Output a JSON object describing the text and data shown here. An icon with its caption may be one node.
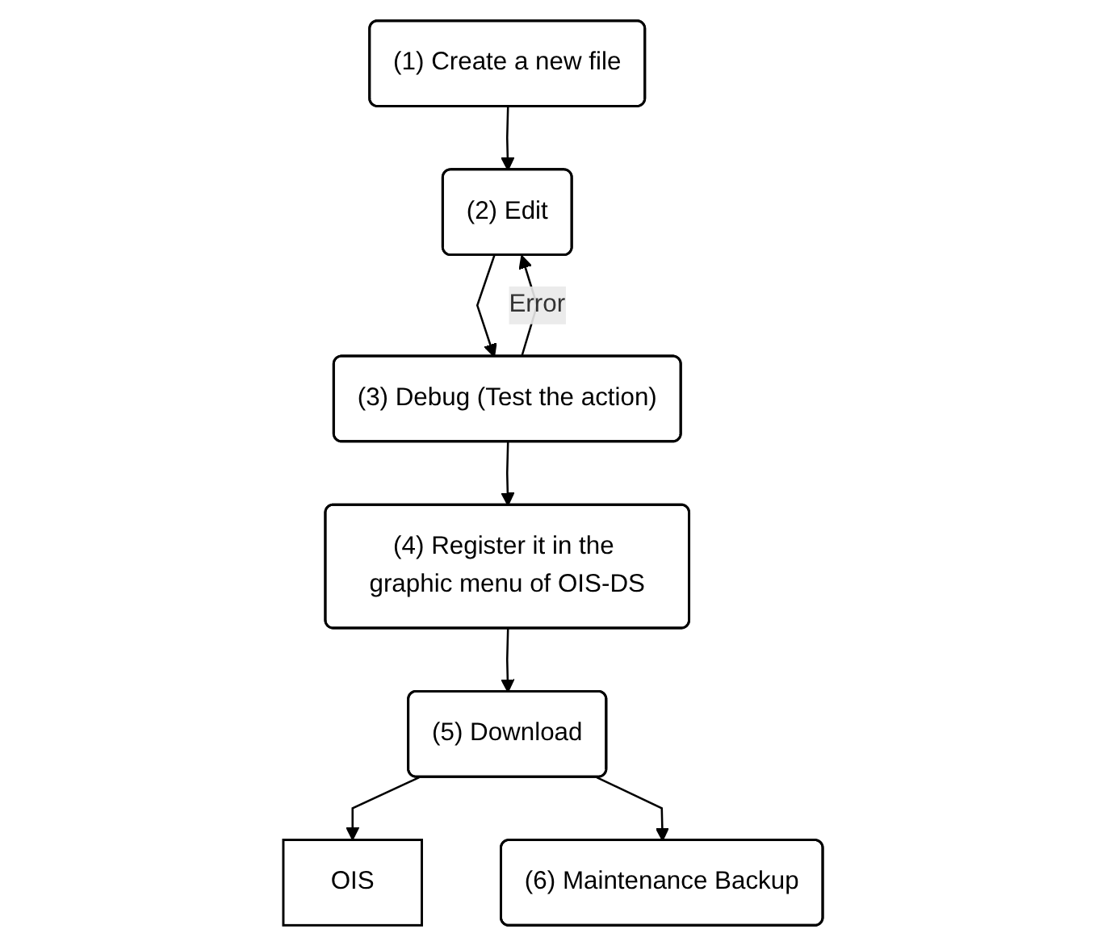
{
  "diagram": {
    "nodes": [
      {
        "text": [
          "(1) Create a new file"
        ]
      },
      {
        "text": [
          "(2) Edit"
        ]
      },
      {
        "text": [
          "(3) Debug (Test the action)"
        ]
      },
      {
        "text": [
          "(4) Register it in the graphic menu of OIS-DS"
        ]
      },
      {
        "text": [
          "(5) Download"
        ]
      },
      {
        "text": [
          "(6) Maintenance Backup"
        ]
      },
      {
        "text": [
          "OIS"
        ]
      }
    ],
    "edges": [
      {
        "from": 0,
        "to": 1,
        "arrow": "to"
      },
      {
        "from": 1,
        "to": 2,
        "arrow": "to"
      },
      {
        "from": 2,
        "to": 1,
        "arrow": "to",
        "label": "Error"
      },
      {
        "from": 2,
        "to": 3,
        "arrow": "to"
      },
      {
        "from": 3,
        "to": 4,
        "arrow": "to"
      },
      {
        "from": 4,
        "to": 6,
        "arrow": "to"
      },
      {
        "from": 4,
        "to": 5,
        "arrow": "to"
      }
    ]
  }
}
